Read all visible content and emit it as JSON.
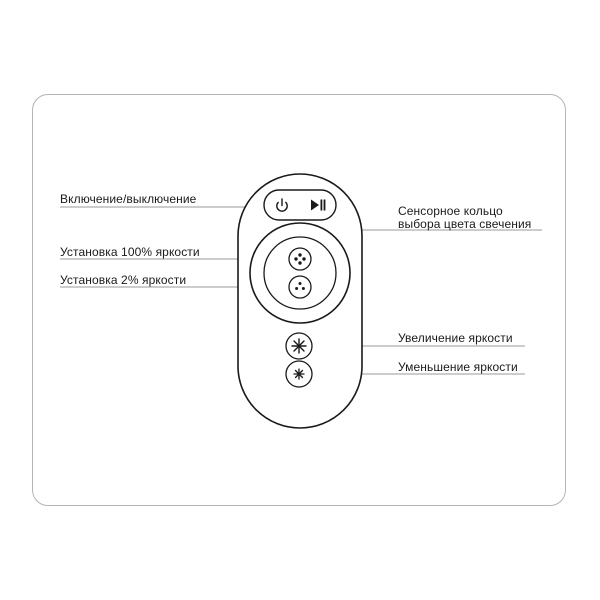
{
  "labels": {
    "power": "Включение/выключение",
    "brightness_100": "Установка 100% яркости",
    "brightness_2": "Установка 2% яркости",
    "ring_line1": "Сенсорное кольцо",
    "ring_line2": "выбора цвета свечения",
    "increase": "Увеличение яркости",
    "decrease": "Уменьшение яркости"
  },
  "icons": {
    "power": "power-icon",
    "play_pause": "play-pause-icon",
    "brightness_100": "four-dots-icon",
    "brightness_2": "three-dots-icon",
    "increase": "large-sun-icon",
    "decrease": "small-sun-icon"
  },
  "colors": {
    "outline": "#1a1a1a",
    "leader_line": "#9a9a9a",
    "card_border": "#b4b4b4"
  }
}
